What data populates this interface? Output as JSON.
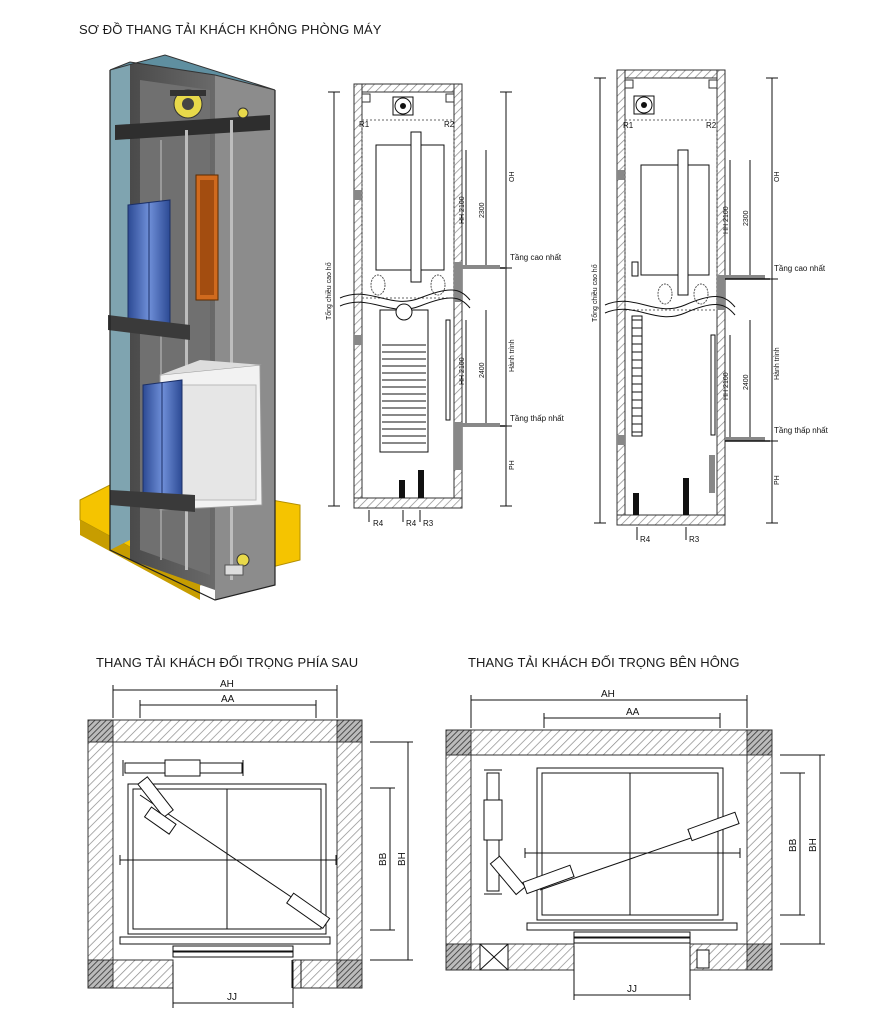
{
  "titles": {
    "main": "SƠ ĐỒ THANG TẢI KHÁCH KHÔNG PHÒNG MÁY",
    "plan_rear": "THANG TẢI KHÁCH ĐỐI TRỌNG PHÍA SAU",
    "plan_side": "THANG TẢI KHÁCH ĐỐI TRỌNG BÊN HÔNG"
  },
  "section_a": {
    "r1": "R1",
    "r2": "R2",
    "r3": "R3",
    "r4a": "R4",
    "r4b": "R4",
    "oh": "OH",
    "hh_top": "HH 2100",
    "dim_top": "2300",
    "hh_bottom": "HH 2100",
    "dim_bottom": "2400",
    "travel": "Hành trình",
    "pit": "PH",
    "total_height": "Tổng chiều cao hố",
    "top_floor": "Tầng cao nhất",
    "bottom_floor": "Tầng thấp nhất"
  },
  "section_b": {
    "r1": "R1",
    "r2": "R2",
    "r3": "R3",
    "r4": "R4",
    "oh": "OH",
    "hh_top": "HH 2100",
    "dim_top": "2300",
    "hh_bottom": "HH 2100",
    "dim_bottom": "2400",
    "travel": "Hành trình",
    "pit": "PH",
    "total_height": "Tổng chiều cao hố",
    "top_floor": "Tầng cao nhất",
    "bottom_floor": "Tầng thấp nhất"
  },
  "plan_rear": {
    "ah": "AH",
    "aa": "AA",
    "bb": "BB",
    "bh": "BH",
    "jj": "JJ"
  },
  "plan_side": {
    "ah": "AH",
    "aa": "AA",
    "bb": "BB",
    "bh": "BH",
    "jj": "JJ"
  },
  "colors": {
    "shaft_dark": "#5a5a5a",
    "shaft_light": "#8a8a8a",
    "door_blue": "#3d5fae",
    "pit_yellow": "#f5c400",
    "counterweight_orange": "#d06a1e",
    "car_white": "#f2f2f2",
    "wall_hatch": "#777777"
  }
}
